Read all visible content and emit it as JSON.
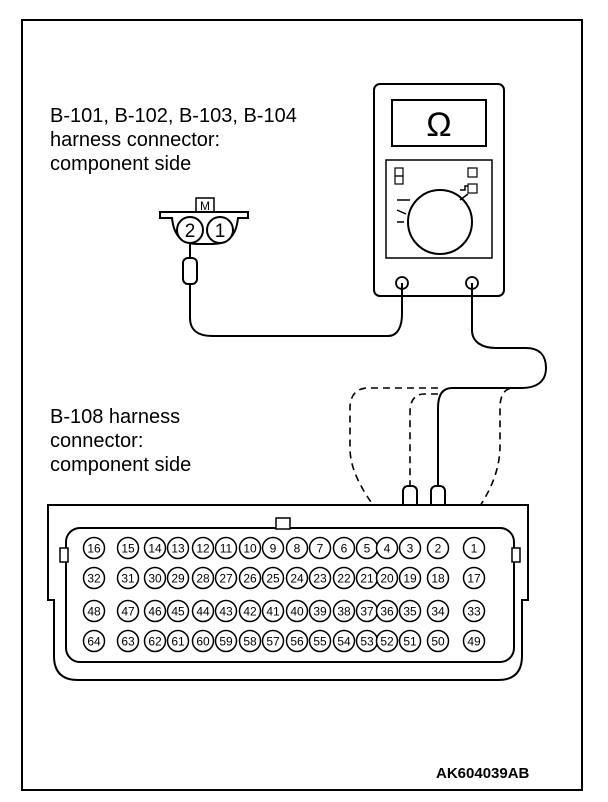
{
  "labels": {
    "connector_a_line1": "B-101, B-102, B-103, B-104",
    "connector_a_line2": "harness connector:",
    "connector_a_line3": "component side",
    "connector_b_line1": "B-108 harness",
    "connector_b_line2": "connector:",
    "connector_b_line3": "component side",
    "reference_code": "AK604039AB"
  },
  "meter": {
    "display_symbol": "Ω"
  },
  "small_connector": {
    "tab_label": "M",
    "pins": [
      "2",
      "1"
    ]
  },
  "large_connector": {
    "rows": [
      [
        "16",
        "15",
        "14",
        "13",
        "12",
        "11",
        "10",
        "9",
        "8",
        "7",
        "6",
        "5",
        "4",
        "3",
        "2",
        "1"
      ],
      [
        "32",
        "31",
        "30",
        "29",
        "28",
        "27",
        "26",
        "25",
        "24",
        "23",
        "22",
        "21",
        "20",
        "19",
        "18",
        "17"
      ],
      [
        "48",
        "47",
        "46",
        "45",
        "44",
        "43",
        "42",
        "41",
        "40",
        "39",
        "38",
        "37",
        "36",
        "35",
        "34",
        "33"
      ],
      [
        "64",
        "63",
        "62",
        "61",
        "60",
        "59",
        "58",
        "57",
        "56",
        "55",
        "54",
        "53",
        "52",
        "51",
        "50",
        "49"
      ]
    ]
  }
}
